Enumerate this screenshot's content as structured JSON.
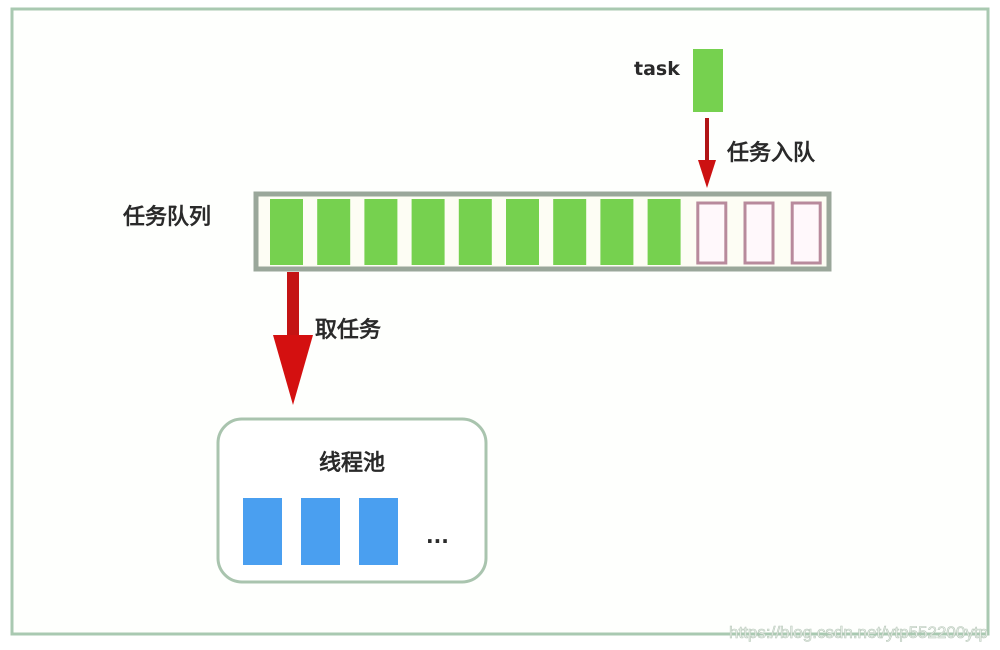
{
  "diagram": {
    "task_label": "task",
    "enqueue_label": "任务入队",
    "queue_label": "任务队列",
    "dequeue_label": "取任务",
    "pool_label": "线程池",
    "pool_ellipsis": "...",
    "queue_filled_count": 9,
    "queue_empty_count": 3,
    "pool_thread_count": 3
  },
  "watermark": "https://blog.csdn.net/ytp552200ytp",
  "colors": {
    "frame": "#a9c9b1",
    "task_green": "#76d14f",
    "queue_border": "#9aa79a",
    "empty_slot_border": "#b88a9c",
    "arrow_red": "#cc1111",
    "thread_blue": "#4a9ff0"
  }
}
